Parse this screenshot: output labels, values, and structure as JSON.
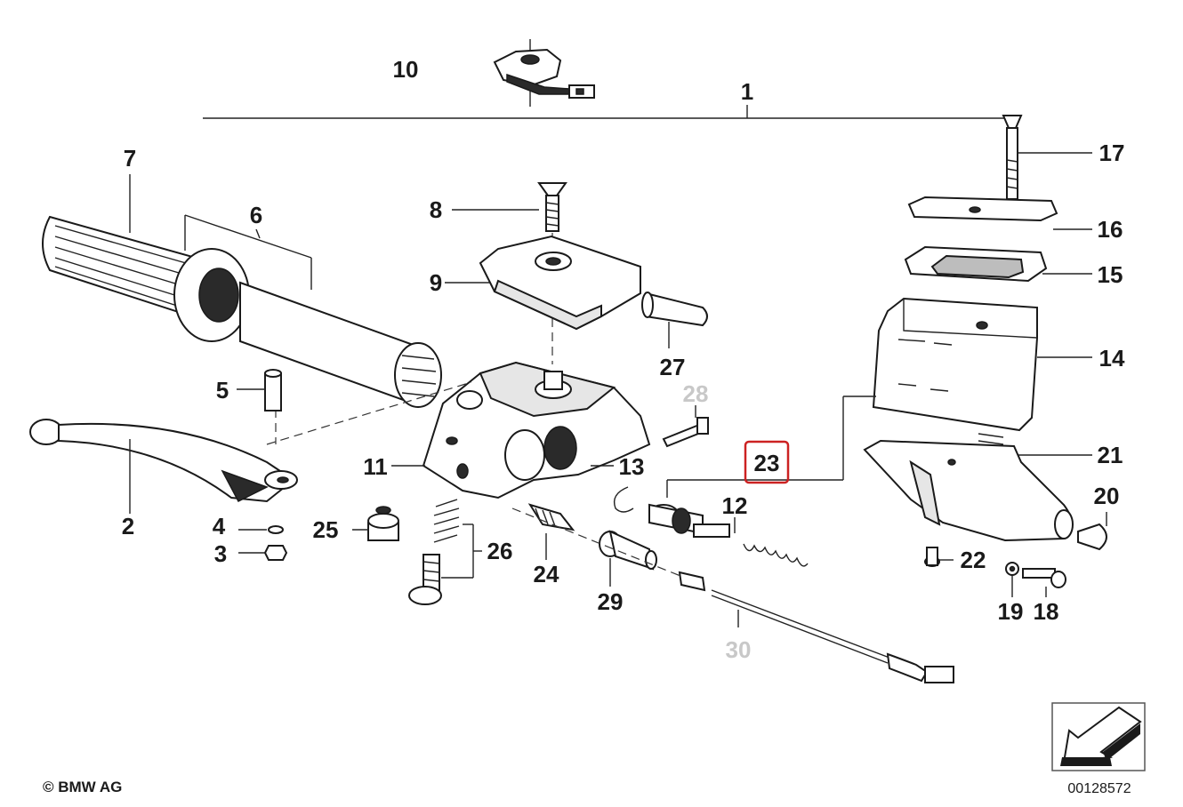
{
  "diagram": {
    "copyright": "© BMW AG",
    "document_number": "00128572",
    "highlighted_callout": "23",
    "highlight_color": "#cc2222",
    "inactive_label_color": "#c8c8c8",
    "callouts": {
      "c1": "1",
      "c2": "2",
      "c3": "3",
      "c4": "4",
      "c5": "5",
      "c6": "6",
      "c7": "7",
      "c8": "8",
      "c9": "9",
      "c10": "10",
      "c11": "11",
      "c12": "12",
      "c13": "13",
      "c14": "14",
      "c15": "15",
      "c16": "16",
      "c17": "17",
      "c18": "18",
      "c19": "19",
      "c20": "20",
      "c21": "21",
      "c22": "22",
      "c23": "23",
      "c24": "24",
      "c25": "25",
      "c26": "26",
      "c27": "27",
      "c28": "28",
      "c29": "29",
      "c30": "30"
    },
    "direction_icon": "arrow-down-left-icon"
  }
}
